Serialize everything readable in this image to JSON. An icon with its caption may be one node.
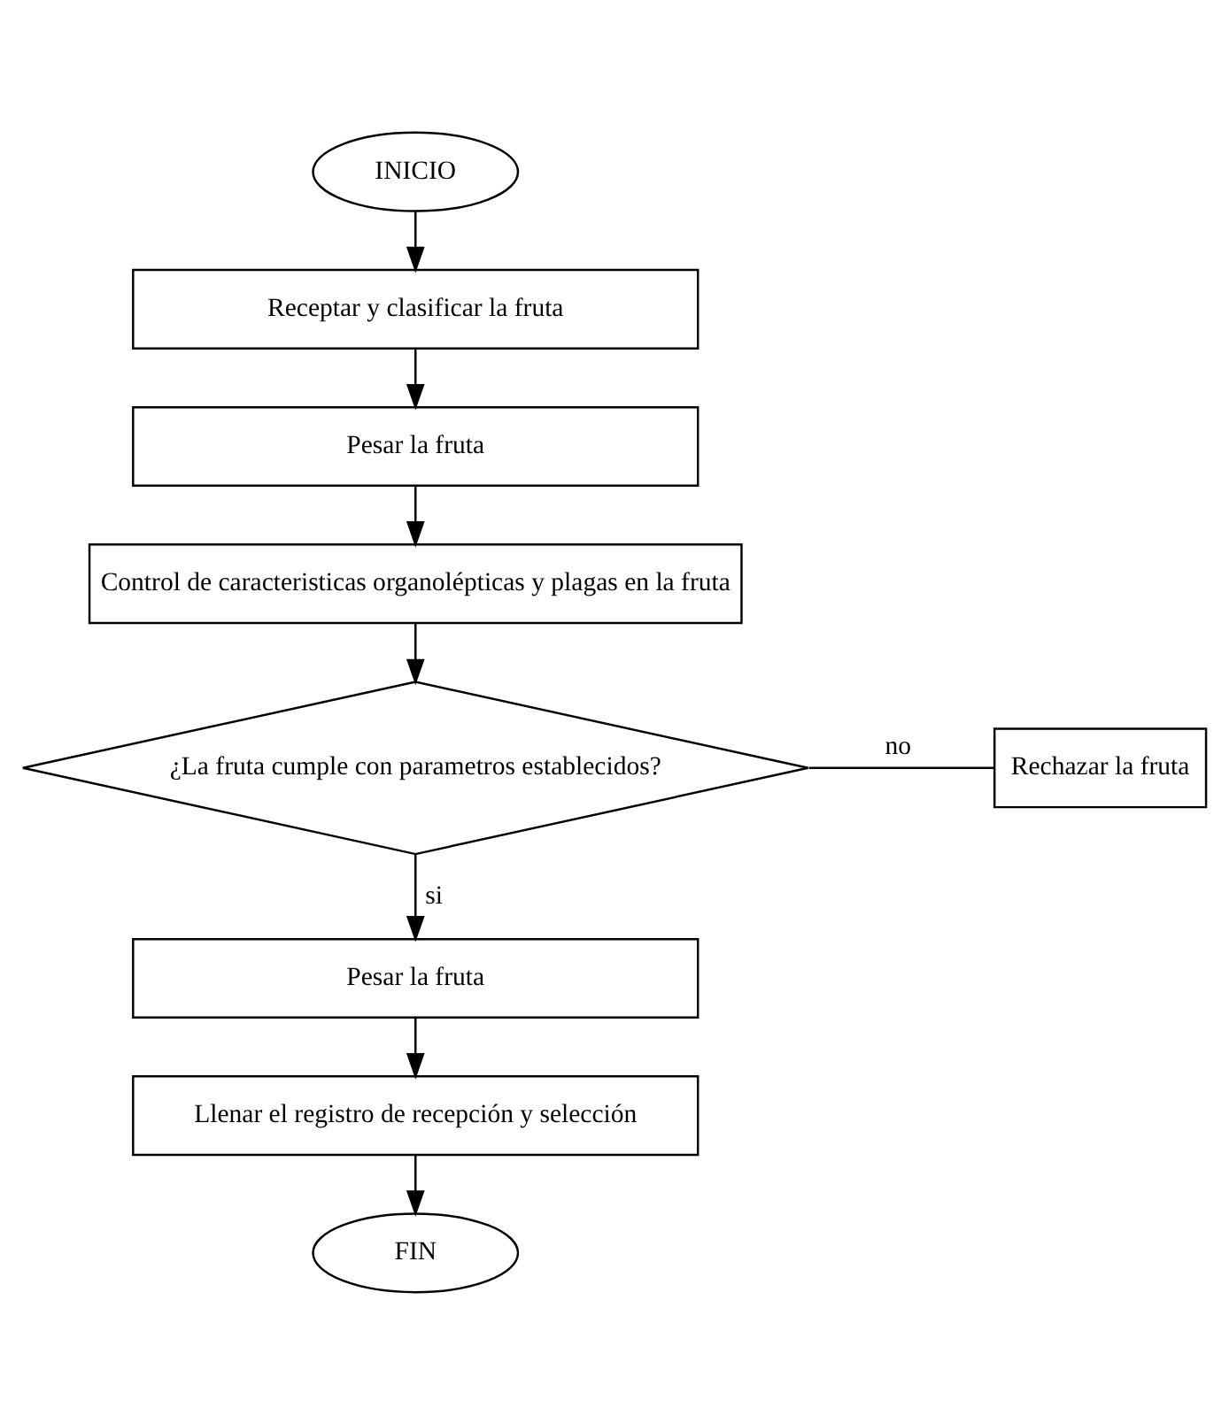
{
  "diagram": {
    "nodes": [
      {
        "text": [
          "INICIO"
        ]
      },
      {
        "text": [
          "Receptar y clasificar la fruta"
        ]
      },
      {
        "text": [
          "Pesar la fruta"
        ]
      },
      {
        "text": [
          "Control de caracteristicas organolépticas y plagas en la fruta"
        ]
      },
      {
        "text": [
          "¿La fruta cumple con parametros establecidos?"
        ]
      },
      {
        "text": [
          "Rechazar la fruta"
        ]
      },
      {
        "text": [
          "Pesar la fruta"
        ]
      },
      {
        "text": [
          "Llenar el registro de recepción y selección"
        ]
      },
      {
        "text": [
          "FIN"
        ]
      }
    ],
    "edges": [
      {
        "from": 0,
        "to": 1,
        "arrow": "to"
      },
      {
        "from": 1,
        "to": 2,
        "arrow": "to"
      },
      {
        "from": 2,
        "to": 3,
        "arrow": "to"
      },
      {
        "from": 3,
        "to": 4,
        "arrow": "to"
      },
      {
        "from": 4,
        "to": 5,
        "arrow": "none",
        "label": "no"
      },
      {
        "from": 4,
        "to": 6,
        "arrow": "to",
        "label": "si"
      },
      {
        "from": 6,
        "to": 7,
        "arrow": "to"
      },
      {
        "from": 7,
        "to": 8,
        "arrow": "to"
      }
    ]
  }
}
